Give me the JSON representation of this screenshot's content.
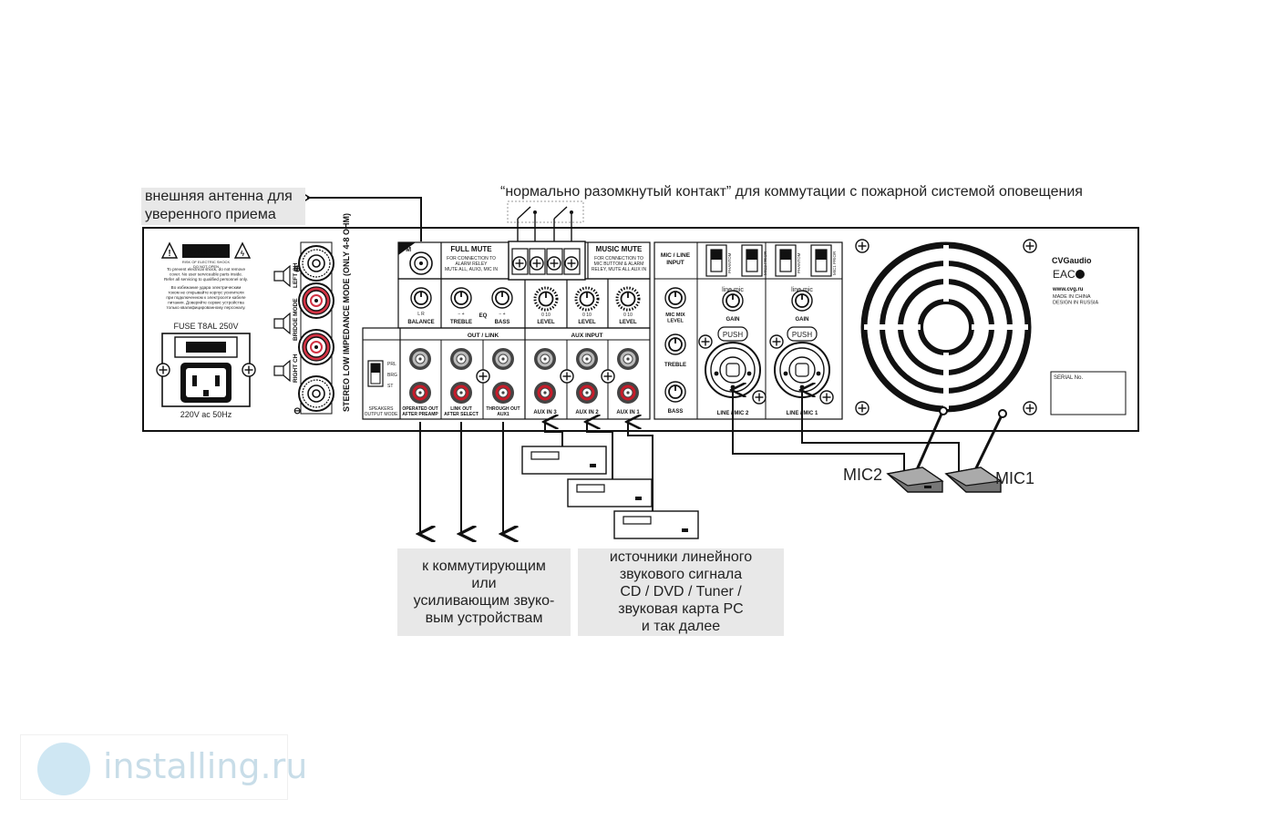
{
  "annotations": {
    "antenna": "внешняя антенна для\nуверенного приема",
    "fire_contact": "“нормально разомкнутый контакт” для коммутации с пожарной системой оповещения",
    "outputs": "к коммутирующим\nили\nусиливающим звуко-\nвым устройствам",
    "sources": "источники линейного\nзвукового сигнала\nCD / DVD / Tuner /\nзвуковая карта PC\nи так далее",
    "mic1": "MIC1",
    "mic2": "MIC2"
  },
  "panel": {
    "caution_title": "CAUTION",
    "caution_sub": "RISK OF ELECTRIC SHOCK\nDO NOT OPEN",
    "caution_en": "To prevent electrical shock, do not remove\ncover. No user serviceable parts inside.\nRefer all servicing to qualified personnel only.",
    "caution_ru": "Во избежание удара электрическим\nтоком не открывайте корпус усилителя\nпри подключенном к электросети кабеле\nпитания. Доверяйте сервис устройства\nтолько квалифицированному персоналу.",
    "fuse": "FUSE T8AL 250V",
    "power": "220V ac 50Hz",
    "left_ch": "LEFT CH",
    "bridge_mode": "BRIDGE MODE",
    "right_ch": "RIGHT CH",
    "stereo_mode": "STEREO LOW IMPEDANCE MODE (ONLY 4-8 OHM)",
    "fm": "FM",
    "full_mute": "FULL MUTE",
    "full_mute_desc": "FOR CONNECTION TO\nALARM RELEY\nMUTE ALL, AUX3, MIC IN",
    "music_mute": "MUSIC MUTE",
    "music_mute_desc": "FOR CONNECTION TO\nMIC BUTTOM & ALARM\nRELEY, MUTE ALL AUX IN",
    "balance": "BALANCE",
    "treble": "TREBLE",
    "eq": "EQ",
    "bass": "BASS",
    "level": "LEVEL",
    "lr": "L      R",
    "minus_plus": "−      +",
    "zero_ten": "0     10",
    "out_link": "OUT / LINK",
    "aux_input": "AUX INPUT",
    "prl": "PRL",
    "brg": "BRG",
    "st": "ST",
    "speakers_mode": "SPEAKERS\nOUTPUT MODE",
    "operated_out": "OPERATED OUT\nAFTER PREAMP",
    "link_out": "LINK OUT\nAFTER SELECT",
    "through_out": "THROUGH OUT\nAUX1",
    "aux_in3": "AUX IN 3",
    "aux_in2": "AUX IN 2",
    "aux_in1": "AUX IN 1",
    "mic_line_input": "MIC / LINE\nINPUT",
    "mic_mix_level": "MIC MIX\nLEVEL",
    "phantom": "PHANTOM",
    "off_on": "OFF  ON",
    "mic2_prior": "MIC2 PRIOR",
    "mic1_prior": "MIC1 PRIOR",
    "line_mic": "line        mic",
    "gain": "GAIN",
    "push": "PUSH",
    "line_mic2": "LINE / MIC 2",
    "line_mic1": "LINE / MIC 1",
    "brand": "CVGaudio",
    "eac": "EAC",
    "website": "www.cvg.ru",
    "made_in": "MADE IN CHINA\nDESIGN IN RUSSIA",
    "serial": "SERIAL No."
  },
  "watermark": {
    "text": "installing.ru"
  }
}
